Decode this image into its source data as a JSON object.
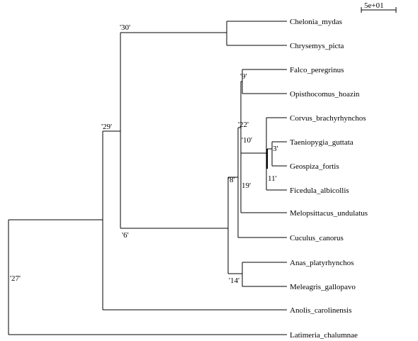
{
  "scale_bar": {
    "label": "5e+01"
  },
  "tips": [
    {
      "id": "chelonia",
      "label": "Chelonia_mydas"
    },
    {
      "id": "chrysemys",
      "label": "Chrysemys_picta"
    },
    {
      "id": "falco",
      "label": "Falco_peregrinus"
    },
    {
      "id": "opisthocomus",
      "label": "Opisthocomus_hoazin"
    },
    {
      "id": "corvus",
      "label": "Corvus_brachyrhynchos"
    },
    {
      "id": "taeniopygia",
      "label": "Taeniopygia_guttata"
    },
    {
      "id": "geospiza",
      "label": "Geospiza_fortis"
    },
    {
      "id": "ficedula",
      "label": "Ficedula_albicollis"
    },
    {
      "id": "melopsittacus",
      "label": "Melopsittacus_undulatus"
    },
    {
      "id": "cuculus",
      "label": "Cuculus_canorus"
    },
    {
      "id": "anas",
      "label": "Anas_platyrhynchos"
    },
    {
      "id": "meleagris",
      "label": "Meleagris_gallopavo"
    },
    {
      "id": "anolis",
      "label": "Anolis_carolinensis"
    },
    {
      "id": "latimeria",
      "label": "Latimeria_chalumnae"
    }
  ],
  "nodes": [
    {
      "id": "n30",
      "label": "'30'"
    },
    {
      "id": "n29",
      "label": "'29'"
    },
    {
      "id": "n27",
      "label": "'27'"
    },
    {
      "id": "n6",
      "label": "'6'"
    },
    {
      "id": "n9",
      "label": "'9'"
    },
    {
      "id": "n22",
      "label": "'22'"
    },
    {
      "id": "n10",
      "label": "'10'"
    },
    {
      "id": "n3",
      "label": "3'"
    },
    {
      "id": "n11",
      "label": "11'"
    },
    {
      "id": "n19",
      "label": "'19'"
    },
    {
      "id": "n8",
      "label": "'8'"
    },
    {
      "id": "n14",
      "label": "'14'"
    }
  ]
}
